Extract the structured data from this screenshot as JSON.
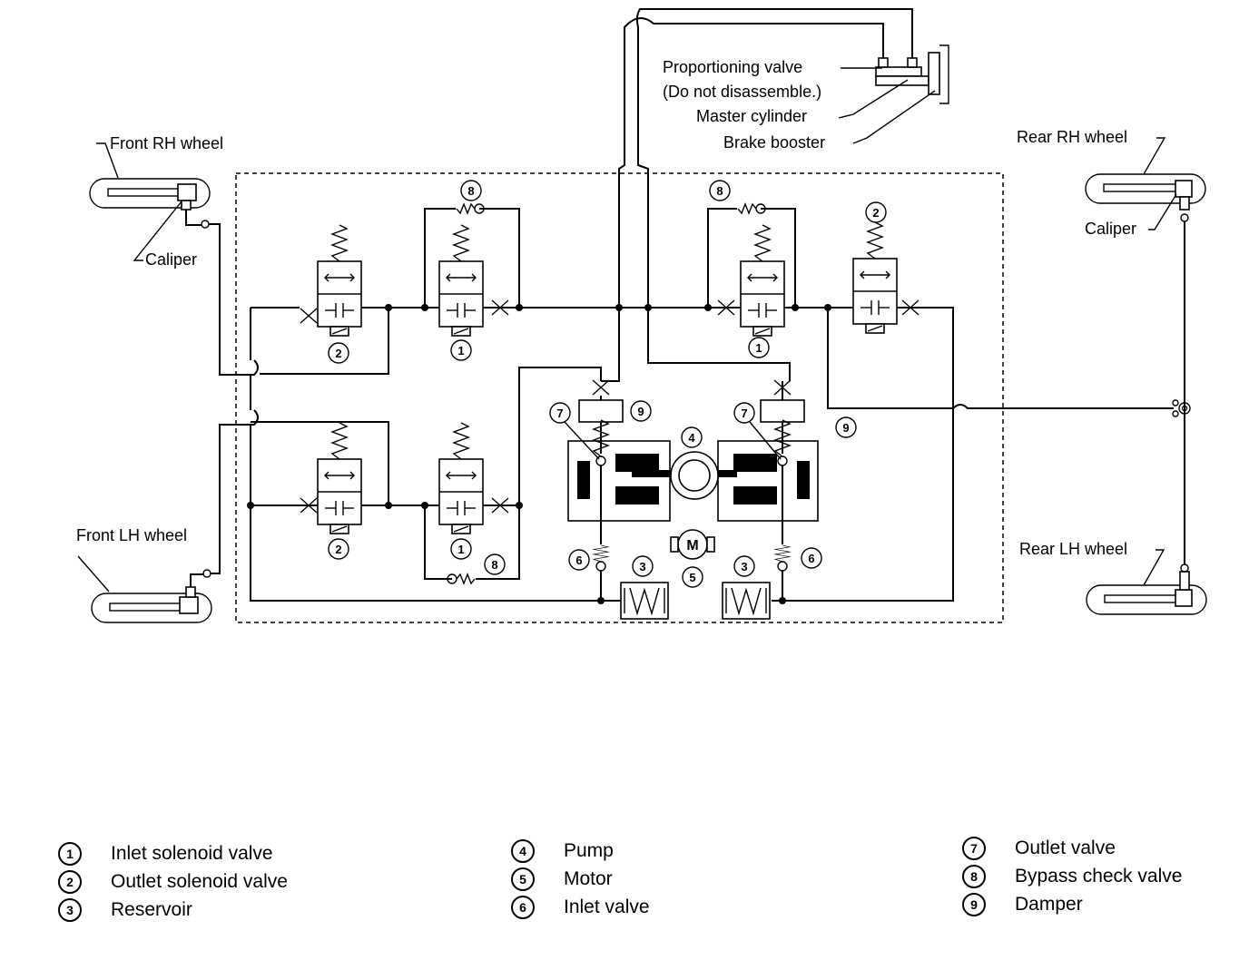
{
  "labels": {
    "front_rh_wheel": "Front RH wheel",
    "front_lh_wheel": "Front LH wheel",
    "rear_rh_wheel": "Rear RH wheel",
    "rear_lh_wheel": "Rear LH wheel",
    "caliper": "Caliper",
    "proportioning_valve": "Proportioning valve",
    "do_not_disassemble": "(Do not disassemble.)",
    "master_cylinder": "Master cylinder",
    "brake_booster": "Brake booster",
    "motor_symbol": "M"
  },
  "callouts": {
    "one": "1",
    "two": "2",
    "three": "3",
    "four": "4",
    "five": "5",
    "six": "6",
    "seven": "7",
    "eight": "8",
    "nine": "9"
  },
  "legend": {
    "items": [
      {
        "num": "1",
        "text": "Inlet solenoid valve"
      },
      {
        "num": "2",
        "text": "Outlet solenoid valve"
      },
      {
        "num": "3",
        "text": "Reservoir"
      },
      {
        "num": "4",
        "text": "Pump"
      },
      {
        "num": "5",
        "text": "Motor"
      },
      {
        "num": "6",
        "text": "Inlet valve"
      },
      {
        "num": "7",
        "text": "Outlet valve"
      },
      {
        "num": "8",
        "text": "Bypass check valve"
      },
      {
        "num": "9",
        "text": "Damper"
      }
    ]
  }
}
